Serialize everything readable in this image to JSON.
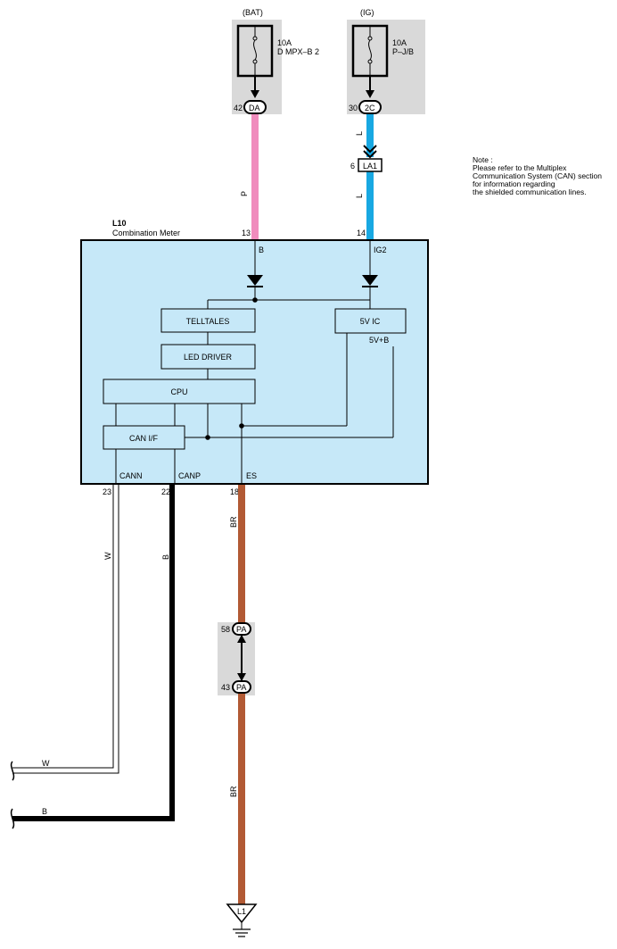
{
  "sources": {
    "bat": {
      "label": "(BAT)",
      "fuse_rating": "10A",
      "fuse_name": "D MPX–B 2",
      "pin": "42",
      "connector": "DA"
    },
    "ig": {
      "label": "(IG)",
      "fuse_rating": "10A",
      "fuse_name": "P–J/B",
      "pin": "30",
      "connector": "2C"
    }
  },
  "junction": {
    "pin": "6",
    "connector": "LA1"
  },
  "wire_colors": {
    "pink": "P",
    "blue_upper": "L",
    "blue_lower": "L",
    "can_low": "W",
    "can_high": "B",
    "ground_upper": "BR",
    "ground_lower": "BR"
  },
  "meter": {
    "id": "L10",
    "name": "Combination Meter",
    "pins_top": [
      {
        "num": "13",
        "signal": "B"
      },
      {
        "num": "14",
        "signal": "IG2"
      }
    ],
    "pins_bottom": [
      {
        "num": "23",
        "signal": "CANN"
      },
      {
        "num": "22",
        "signal": "CANP"
      },
      {
        "num": "18",
        "signal": "ES"
      }
    ],
    "blocks": {
      "telltales": "TELLTALES",
      "led_driver": "LED DRIVER",
      "cpu": "CPU",
      "can_if": "CAN I/F",
      "ic": "5V IC",
      "ic_out": "5V+B"
    }
  },
  "connector_pa": {
    "upper_pin": "58",
    "upper_conn": "PA",
    "lower_pin": "43",
    "lower_conn": "PA"
  },
  "left_wires": {
    "w": "W",
    "b": "B"
  },
  "ground": {
    "id": "L1"
  },
  "note": {
    "lines": [
      "Note :",
      "Please refer to the Multiplex",
      "Communication System (CAN) section",
      "for information regarding",
      "the shielded communication lines."
    ]
  },
  "colors": {
    "shade": "#d9d9d9",
    "meter_fill": "#c6e8f8",
    "pink_wire": "#f08cbd",
    "blue_wire": "#18a8e2",
    "brown_wire": "#b25a34",
    "black_wire": "#000000"
  }
}
